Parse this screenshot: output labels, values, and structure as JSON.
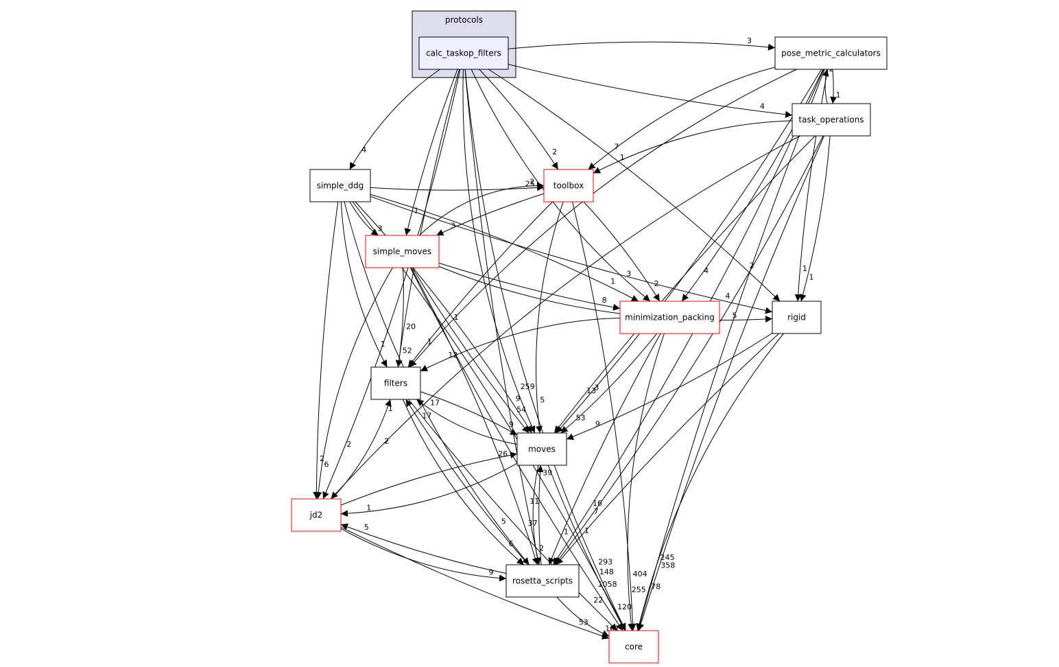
{
  "cluster": {
    "label": "protocols"
  },
  "nodes": {
    "calc_taskop_filters": {
      "label": "calc_taskop_filters",
      "border": "#000000",
      "fill": "#eeeeff"
    },
    "pose_metric_calculators": {
      "label": "pose_metric_calculators",
      "border": "#000000",
      "fill": "#ffffff"
    },
    "task_operations": {
      "label": "task_operations",
      "border": "#000000",
      "fill": "#ffffff"
    },
    "simple_ddg": {
      "label": "simple_ddg",
      "border": "#000000",
      "fill": "#ffffff"
    },
    "toolbox": {
      "label": "toolbox",
      "border": "#ff0000",
      "fill": "#ffffff"
    },
    "simple_moves": {
      "label": "simple_moves",
      "border": "#ff0000",
      "fill": "#ffffff"
    },
    "minimization_packing": {
      "label": "minimization_packing",
      "border": "#ff0000",
      "fill": "#ffffff"
    },
    "rigid": {
      "label": "rigid",
      "border": "#000000",
      "fill": "#ffffff"
    },
    "filters": {
      "label": "filters",
      "border": "#000000",
      "fill": "#ffffff"
    },
    "moves": {
      "label": "moves",
      "border": "#000000",
      "fill": "#ffffff"
    },
    "jd2": {
      "label": "jd2",
      "border": "#ff0000",
      "fill": "#ffffff"
    },
    "rosetta_scripts": {
      "label": "rosetta_scripts",
      "border": "#000000",
      "fill": "#ffffff"
    },
    "core": {
      "label": "core",
      "border": "#ff0000",
      "fill": "#ffffff"
    }
  },
  "edges": [
    {
      "from": "calc_taskop_filters",
      "to": "pose_metric_calculators",
      "label": "3"
    },
    {
      "from": "calc_taskop_filters",
      "to": "task_operations",
      "label": "4"
    },
    {
      "from": "calc_taskop_filters",
      "to": "simple_ddg",
      "label": "4"
    },
    {
      "from": "calc_taskop_filters",
      "to": "toolbox",
      "label": "2"
    },
    {
      "from": "calc_taskop_filters",
      "to": "simple_moves",
      "label": "1"
    },
    {
      "from": "calc_taskop_filters",
      "to": "minimization_packing",
      "label": "3"
    },
    {
      "from": "calc_taskop_filters",
      "to": "rigid",
      "label": "2"
    },
    {
      "from": "calc_taskop_filters",
      "to": "filters",
      "label": "20"
    },
    {
      "from": "calc_taskop_filters",
      "to": "moves",
      "label": "259"
    },
    {
      "from": "calc_taskop_filters",
      "to": "jd2",
      "label": "2"
    },
    {
      "from": "calc_taskop_filters",
      "to": "rosetta_scripts",
      "label": "11"
    },
    {
      "from": "calc_taskop_filters",
      "to": "core",
      "label": "293"
    },
    {
      "from": "pose_metric_calculators",
      "to": "task_operations",
      "label": "1"
    },
    {
      "from": "task_operations",
      "to": "pose_metric_calculators",
      "label": "2"
    },
    {
      "from": "pose_metric_calculators",
      "to": "toolbox",
      "label": "7"
    },
    {
      "from": "pose_metric_calculators",
      "to": "minimization_packing",
      "label": "4"
    },
    {
      "from": "pose_metric_calculators",
      "to": "rigid",
      "label": "1"
    },
    {
      "from": "pose_metric_calculators",
      "to": "filters",
      "label": "1"
    },
    {
      "from": "pose_metric_calculators",
      "to": "moves",
      "label": "3"
    },
    {
      "from": "pose_metric_calculators",
      "to": "core",
      "label": "245"
    },
    {
      "from": "task_operations",
      "to": "toolbox",
      "label": "1"
    },
    {
      "from": "task_operations",
      "to": "rigid",
      "label": "1"
    },
    {
      "from": "task_operations",
      "to": "moves",
      "label": "13"
    },
    {
      "from": "task_operations",
      "to": "jd2",
      "label": "2"
    },
    {
      "from": "task_operations",
      "to": "rosetta_scripts",
      "label": "7"
    },
    {
      "from": "task_operations",
      "to": "core",
      "label": "358"
    },
    {
      "from": "simple_ddg",
      "to": "simple_moves",
      "label": "3"
    },
    {
      "from": "simple_ddg",
      "to": "minimization_packing",
      "label": "1"
    },
    {
      "from": "simple_ddg",
      "to": "rigid",
      "label": "4"
    },
    {
      "from": "simple_ddg",
      "to": "filters",
      "label": "1"
    },
    {
      "from": "simple_ddg",
      "to": "moves",
      "label": "9"
    },
    {
      "from": "simple_ddg",
      "to": "jd2",
      "label": "2"
    },
    {
      "from": "simple_ddg",
      "to": "rosetta_scripts",
      "label": "5"
    },
    {
      "from": "simple_ddg",
      "to": "core",
      "label": "148"
    },
    {
      "from": "toolbox",
      "to": "simple_moves",
      "label": "3"
    },
    {
      "from": "simple_moves",
      "to": "toolbox",
      "label": "2"
    },
    {
      "from": "toolbox",
      "to": "minimization_packing",
      "label": "2"
    },
    {
      "from": "toolbox",
      "to": "filters",
      "label": "1"
    },
    {
      "from": "toolbox",
      "to": "moves",
      "label": "5"
    },
    {
      "from": "toolbox",
      "to": "core",
      "label": "404"
    },
    {
      "from": "simple_moves",
      "to": "minimization_packing",
      "label": "8"
    },
    {
      "from": "simple_moves",
      "to": "rigid",
      "label": "5"
    },
    {
      "from": "simple_moves",
      "to": "filters",
      "label": "52"
    },
    {
      "from": "simple_moves",
      "to": "moves",
      "label": "54"
    },
    {
      "from": "simple_moves",
      "to": "jd2",
      "label": "6"
    },
    {
      "from": "simple_moves",
      "to": "rosetta_scripts",
      "label": "37"
    },
    {
      "from": "simple_moves",
      "to": "core",
      "label": "1058"
    },
    {
      "from": "minimization_packing",
      "to": "filters",
      "label": "12"
    },
    {
      "from": "minimization_packing",
      "to": "moves",
      "label": "53"
    },
    {
      "from": "minimization_packing",
      "to": "rosetta_scripts",
      "label": "1"
    },
    {
      "from": "minimization_packing",
      "to": "core",
      "label": "255"
    },
    {
      "from": "rigid",
      "to": "moves",
      "label": "9"
    },
    {
      "from": "rigid",
      "to": "rosetta_scripts",
      "label": "1"
    },
    {
      "from": "rigid",
      "to": "core",
      "label": "78"
    },
    {
      "from": "filters",
      "to": "moves",
      "label": "9"
    },
    {
      "from": "moves",
      "to": "filters",
      "label": "17"
    },
    {
      "from": "filters",
      "to": "rosetta_scripts",
      "label": "6"
    },
    {
      "from": "rosetta_scripts",
      "to": "filters",
      "label": "17"
    },
    {
      "from": "filters",
      "to": "core",
      "label": "22"
    },
    {
      "from": "jd2",
      "to": "filters",
      "label": "1"
    },
    {
      "from": "jd2",
      "to": "moves",
      "label": "26"
    },
    {
      "from": "moves",
      "to": "jd2",
      "label": "1"
    },
    {
      "from": "jd2",
      "to": "rosetta_scripts",
      "label": "9"
    },
    {
      "from": "rosetta_scripts",
      "to": "jd2",
      "label": "5"
    },
    {
      "from": "jd2",
      "to": "core",
      "label": "53"
    },
    {
      "from": "moves",
      "to": "rosetta_scripts",
      "label": "2"
    },
    {
      "from": "rosetta_scripts",
      "to": "moves",
      "label": "39"
    },
    {
      "from": "moves",
      "to": "core",
      "label": "120"
    },
    {
      "from": "rosetta_scripts",
      "to": "core",
      "label": "101"
    },
    {
      "from": "pose_metric_calculators",
      "to": "rosetta_scripts",
      "label": "16"
    },
    {
      "from": "simple_ddg",
      "to": "toolbox",
      "label": "25"
    }
  ]
}
